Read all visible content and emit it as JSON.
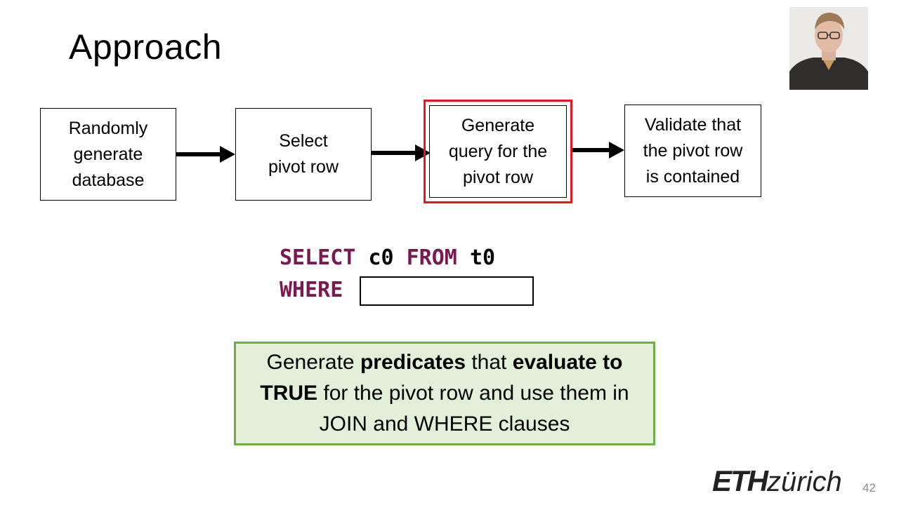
{
  "slide": {
    "title": "Approach",
    "page_number": "42"
  },
  "flow": {
    "steps": [
      {
        "label": "Randomly\ngenerate\ndatabase"
      },
      {
        "label": "Select\npivot row"
      },
      {
        "label": "Generate\nquery for the\npivot row",
        "highlighted": true
      },
      {
        "label": "Validate that\nthe pivot row\nis contained"
      }
    ]
  },
  "sql": {
    "select_kw": "SELECT",
    "column": "c0",
    "from_kw": "FROM",
    "table": "t0",
    "where_kw": "WHERE"
  },
  "note": {
    "part1": "Generate ",
    "part2_bold": "predicates",
    "part3": " that ",
    "part4_bold": "evaluate to TRUE",
    "part5": " for the pivot row and use them in JOIN and WHERE clauses"
  },
  "logo": {
    "text_bold": "ETH",
    "text_italic": "zürich"
  },
  "colors": {
    "highlight": "#e8161a",
    "keyword": "#7a1852",
    "note_fill": "#e2efd9",
    "note_border": "#70ad47"
  },
  "icons": {
    "webcam": "presenter-webcam"
  }
}
